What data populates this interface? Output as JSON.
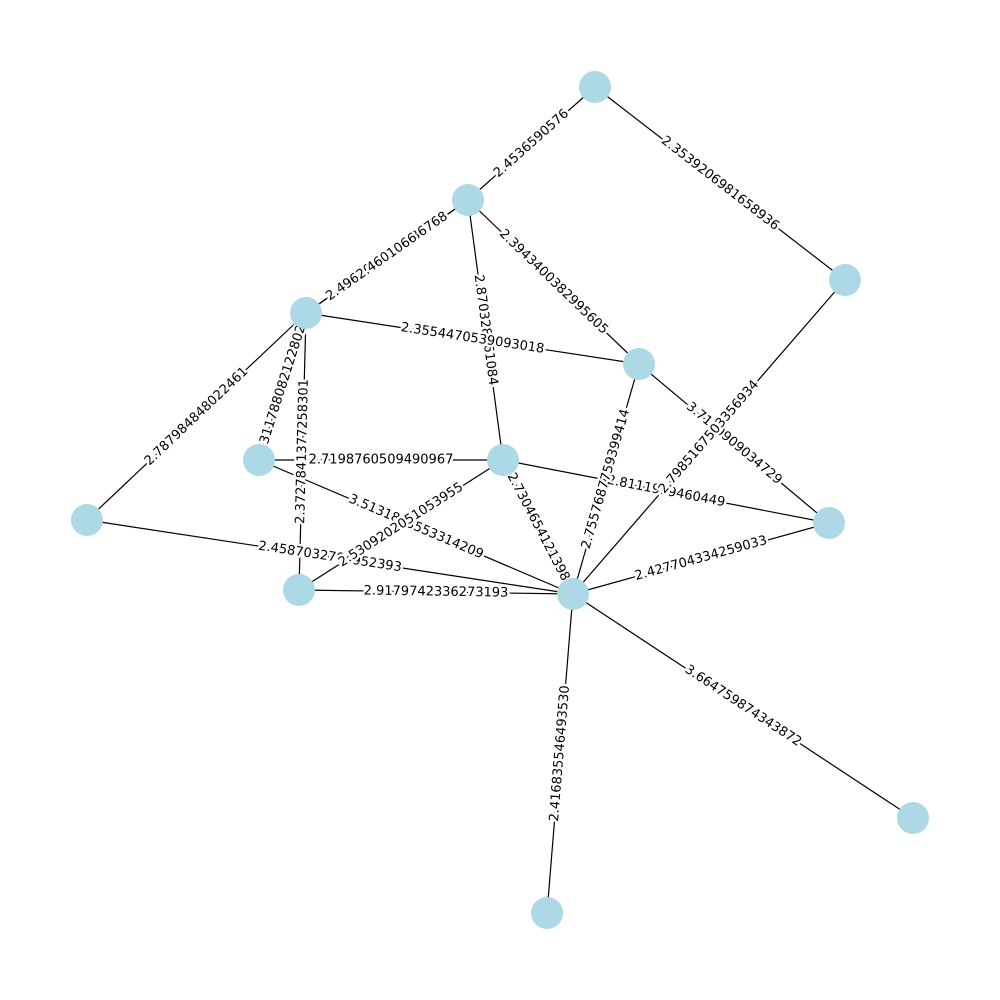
{
  "colors": {
    "node": "#add8e6",
    "edge": "#000000",
    "background": "#ffffff"
  },
  "nodes": [
    "n0",
    "n1",
    "n2",
    "n3",
    "n4",
    "n5",
    "n6",
    "n7",
    "n8",
    "n9",
    "n10",
    "n11",
    "n12",
    "n13"
  ],
  "edges": [
    {
      "source": "n0",
      "target": "n1",
      "weight": "2.4536590576"
    },
    {
      "source": "n0",
      "target": "n2",
      "weight": "2.3539206981658936"
    },
    {
      "source": "n1",
      "target": "n3",
      "weight": "2.4964077486686768"
    },
    {
      "source": "n3",
      "target": "n1",
      "weight": "2.4601066"
    },
    {
      "source": "n1",
      "target": "n4",
      "weight": "2.3943400382995605"
    },
    {
      "source": "n1",
      "target": "n5",
      "weight": "2.870328461084"
    },
    {
      "source": "n3",
      "target": "n4",
      "weight": "2.3554470539093018"
    },
    {
      "source": "n3",
      "target": "n7",
      "weight": "2.787984848022461"
    },
    {
      "source": "n3",
      "target": "n6",
      "weight": "2.3117880821228027"
    },
    {
      "source": "n3",
      "target": "n9",
      "weight": "2.3727841377258301"
    },
    {
      "source": "n6",
      "target": "n5",
      "weight": "2.7198760509490967"
    },
    {
      "source": "n6",
      "target": "n10",
      "weight": "3.5131833553314209"
    },
    {
      "source": "n7",
      "target": "n10",
      "weight": "2.4587032794952393"
    },
    {
      "source": "n9",
      "target": "n5",
      "weight": "2.5309202051053955"
    },
    {
      "source": "n9",
      "target": "n10",
      "weight": "2.9179742336273193"
    },
    {
      "source": "n5",
      "target": "n10",
      "weight": "2.7304654121398"
    },
    {
      "source": "n5",
      "target": "n8",
      "weight": "2.8111919460449"
    },
    {
      "source": "n4",
      "target": "n10",
      "weight": "2.7557687759399414"
    },
    {
      "source": "n4",
      "target": "n8",
      "weight": "3.7130909034729"
    },
    {
      "source": "n2",
      "target": "n10",
      "weight": "2.7985167503356934"
    },
    {
      "source": "n8",
      "target": "n10",
      "weight": "2.427704334259033"
    },
    {
      "source": "n10",
      "target": "n11",
      "weight": "3.664759874343872"
    },
    {
      "source": "n10",
      "target": "n12",
      "weight": "2.416835546493530"
    }
  ]
}
